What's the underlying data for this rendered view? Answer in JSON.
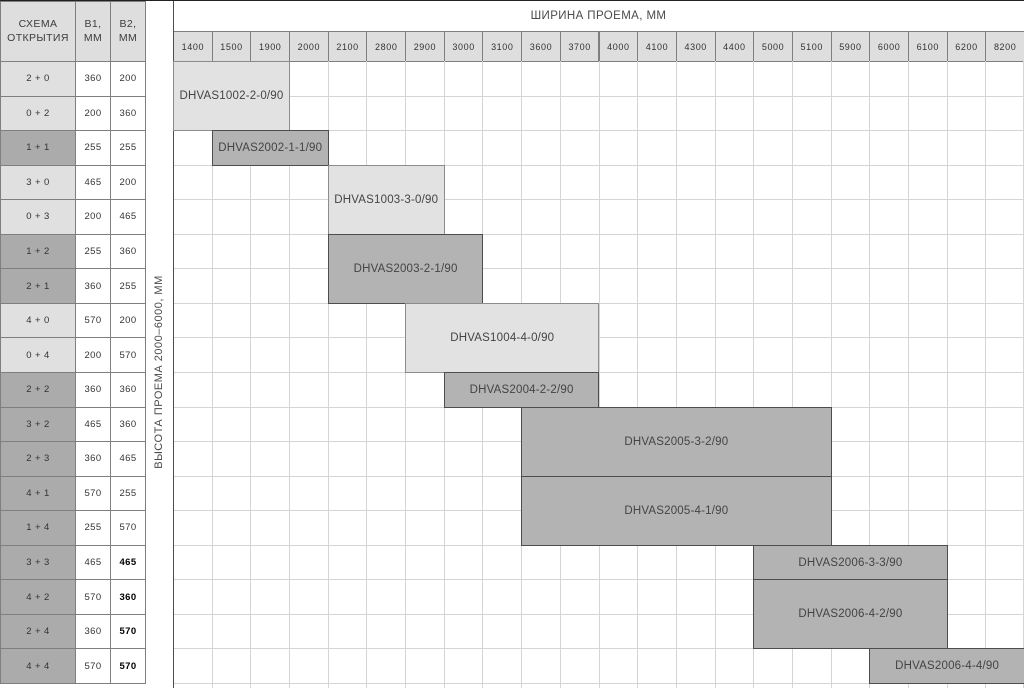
{
  "grid_title": "ШИРИНА ПРОЕМА, ММ",
  "vertical_axis_label": "ВЫСОТА ПРОЕМА 2000–6000, ММ",
  "left_table": {
    "headers": {
      "scheme": "СХЕМА\nОТКРЫТИЯ",
      "b1": "В1,\nММ",
      "b2": "В2,\nММ"
    },
    "rows": [
      {
        "scheme": "2 + 0",
        "b1": "360",
        "b2": "200",
        "shade": "light",
        "b2_bold": false
      },
      {
        "scheme": "0 + 2",
        "b1": "200",
        "b2": "360",
        "shade": "light",
        "b2_bold": false
      },
      {
        "scheme": "1 + 1",
        "b1": "255",
        "b2": "255",
        "shade": "dark",
        "b2_bold": false
      },
      {
        "scheme": "3 + 0",
        "b1": "465",
        "b2": "200",
        "shade": "light",
        "b2_bold": false
      },
      {
        "scheme": "0 + 3",
        "b1": "200",
        "b2": "465",
        "shade": "light",
        "b2_bold": false
      },
      {
        "scheme": "1 + 2",
        "b1": "255",
        "b2": "360",
        "shade": "dark",
        "b2_bold": false
      },
      {
        "scheme": "2 + 1",
        "b1": "360",
        "b2": "255",
        "shade": "dark",
        "b2_bold": false
      },
      {
        "scheme": "4 + 0",
        "b1": "570",
        "b2": "200",
        "shade": "light",
        "b2_bold": false
      },
      {
        "scheme": "0 + 4",
        "b1": "200",
        "b2": "570",
        "shade": "light",
        "b2_bold": false
      },
      {
        "scheme": "2 + 2",
        "b1": "360",
        "b2": "360",
        "shade": "dark",
        "b2_bold": false
      },
      {
        "scheme": "3 + 2",
        "b1": "465",
        "b2": "360",
        "shade": "dark",
        "b2_bold": false
      },
      {
        "scheme": "2 + 3",
        "b1": "360",
        "b2": "465",
        "shade": "dark",
        "b2_bold": false
      },
      {
        "scheme": "4 + 1",
        "b1": "570",
        "b2": "255",
        "shade": "dark",
        "b2_bold": false
      },
      {
        "scheme": "1 + 4",
        "b1": "255",
        "b2": "570",
        "shade": "dark",
        "b2_bold": false
      },
      {
        "scheme": "3 + 3",
        "b1": "465",
        "b2": "465",
        "shade": "dark",
        "b2_bold": true
      },
      {
        "scheme": "4 + 2",
        "b1": "570",
        "b2": "360",
        "shade": "dark",
        "b2_bold": true
      },
      {
        "scheme": "2 + 4",
        "b1": "360",
        "b2": "570",
        "shade": "dark",
        "b2_bold": true
      },
      {
        "scheme": "4 + 4",
        "b1": "570",
        "b2": "570",
        "shade": "dark",
        "b2_bold": true
      }
    ]
  },
  "grid": {
    "columns": [
      "1400",
      "1500",
      "1900",
      "2000",
      "2100",
      "2800",
      "2900",
      "3000",
      "3100",
      "3600",
      "3700",
      "4000",
      "4100",
      "4300",
      "4400",
      "5000",
      "5100",
      "5900",
      "6000",
      "6100",
      "6200",
      "8200"
    ],
    "bars": [
      {
        "label": "DHVAS1002-2-0/90",
        "col_start": 1,
        "col_end": 3,
        "row_start": 1,
        "row_end": 2,
        "variant": "light"
      },
      {
        "label": "DHVAS2002-1-1/90",
        "col_start": 2,
        "col_end": 4,
        "row_start": 3,
        "row_end": 3,
        "variant": "dark"
      },
      {
        "label": "DHVAS1003-3-0/90",
        "col_start": 5,
        "col_end": 7,
        "row_start": 4,
        "row_end": 5,
        "variant": "light"
      },
      {
        "label": "DHVAS2003-2-1/90",
        "col_start": 5,
        "col_end": 8,
        "row_start": 6,
        "row_end": 7,
        "variant": "dark"
      },
      {
        "label": "DHVAS1004-4-0/90",
        "col_start": 7,
        "col_end": 11,
        "row_start": 8,
        "row_end": 9,
        "variant": "light"
      },
      {
        "label": "DHVAS2004-2-2/90",
        "col_start": 8,
        "col_end": 11,
        "row_start": 10,
        "row_end": 10,
        "variant": "dark"
      },
      {
        "label": "DHVAS2005-3-2/90",
        "col_start": 10,
        "col_end": 17,
        "row_start": 11,
        "row_end": 12,
        "variant": "dark"
      },
      {
        "label": "DHVAS2005-4-1/90",
        "col_start": 10,
        "col_end": 17,
        "row_start": 13,
        "row_end": 14,
        "variant": "dark"
      },
      {
        "label": "DHVAS2006-3-3/90",
        "col_start": 16,
        "col_end": 20,
        "row_start": 15,
        "row_end": 15,
        "variant": "dark"
      },
      {
        "label": "DHVAS2006-4-2/90",
        "col_start": 16,
        "col_end": 20,
        "row_start": 16,
        "row_end": 17,
        "variant": "dark"
      },
      {
        "label": "DHVAS2006-4-4/90",
        "col_start": 19,
        "col_end": 22,
        "row_start": 18,
        "row_end": 18,
        "variant": "dark"
      }
    ]
  },
  "colors": {
    "bar_light": "#e2e2e2",
    "bar_dark": "#b3b3b3",
    "bar_border_light": "#8c8c8c",
    "bar_border_dark": "#4d4d4d",
    "row_light": "#e0e0e0",
    "row_dark": "#ababab",
    "header_bg": "#dedede",
    "cell_white": "#ffffff",
    "grid_line": "#d4d4d4",
    "table_border": "#7f7f7f",
    "axis_line": "#4d4d4d"
  },
  "chart_data": {
    "type": "table",
    "title": "ШИРИНА ПРОЕМА, ММ",
    "row_axis_label": "ВЫСОТА ПРОЕМА 2000–6000, ММ",
    "width_ticks_mm": [
      1400,
      1500,
      1900,
      2000,
      2100,
      2800,
      2900,
      3000,
      3100,
      3600,
      3700,
      4000,
      4100,
      4300,
      4400,
      5000,
      5100,
      5900,
      6000,
      6100,
      6200,
      8200
    ],
    "schemes": [
      {
        "scheme": "2 + 0",
        "b1_mm": 360,
        "b2_mm": 200
      },
      {
        "scheme": "0 + 2",
        "b1_mm": 200,
        "b2_mm": 360
      },
      {
        "scheme": "1 + 1",
        "b1_mm": 255,
        "b2_mm": 255
      },
      {
        "scheme": "3 + 0",
        "b1_mm": 465,
        "b2_mm": 200
      },
      {
        "scheme": "0 + 3",
        "b1_mm": 200,
        "b2_mm": 465
      },
      {
        "scheme": "1 + 2",
        "b1_mm": 255,
        "b2_mm": 360
      },
      {
        "scheme": "2 + 1",
        "b1_mm": 360,
        "b2_mm": 255
      },
      {
        "scheme": "4 + 0",
        "b1_mm": 570,
        "b2_mm": 200
      },
      {
        "scheme": "0 + 4",
        "b1_mm": 200,
        "b2_mm": 570
      },
      {
        "scheme": "2 + 2",
        "b1_mm": 360,
        "b2_mm": 360
      },
      {
        "scheme": "3 + 2",
        "b1_mm": 465,
        "b2_mm": 360
      },
      {
        "scheme": "2 + 3",
        "b1_mm": 360,
        "b2_mm": 465
      },
      {
        "scheme": "4 + 1",
        "b1_mm": 570,
        "b2_mm": 255
      },
      {
        "scheme": "1 + 4",
        "b1_mm": 255,
        "b2_mm": 570
      },
      {
        "scheme": "3 + 3",
        "b1_mm": 465,
        "b2_mm": 465
      },
      {
        "scheme": "4 + 2",
        "b1_mm": 570,
        "b2_mm": 360
      },
      {
        "scheme": "2 + 4",
        "b1_mm": 360,
        "b2_mm": 570
      },
      {
        "scheme": "4 + 4",
        "b1_mm": 570,
        "b2_mm": 570
      }
    ],
    "products": [
      {
        "name": "DHVAS1002-2-0/90",
        "schemes": [
          "2 + 0",
          "0 + 2"
        ],
        "width_from_mm": 1400,
        "width_to_mm": 1900,
        "shade": "light"
      },
      {
        "name": "DHVAS2002-1-1/90",
        "schemes": [
          "1 + 1"
        ],
        "width_from_mm": 1500,
        "width_to_mm": 2000,
        "shade": "dark"
      },
      {
        "name": "DHVAS1003-3-0/90",
        "schemes": [
          "3 + 0",
          "0 + 3"
        ],
        "width_from_mm": 2100,
        "width_to_mm": 2900,
        "shade": "light"
      },
      {
        "name": "DHVAS2003-2-1/90",
        "schemes": [
          "1 + 2",
          "2 + 1"
        ],
        "width_from_mm": 2100,
        "width_to_mm": 3000,
        "shade": "dark"
      },
      {
        "name": "DHVAS1004-4-0/90",
        "schemes": [
          "4 + 0",
          "0 + 4"
        ],
        "width_from_mm": 2900,
        "width_to_mm": 3700,
        "shade": "light"
      },
      {
        "name": "DHVAS2004-2-2/90",
        "schemes": [
          "2 + 2"
        ],
        "width_from_mm": 3000,
        "width_to_mm": 3700,
        "shade": "dark"
      },
      {
        "name": "DHVAS2005-3-2/90",
        "schemes": [
          "3 + 2",
          "2 + 3"
        ],
        "width_from_mm": 3600,
        "width_to_mm": 5100,
        "shade": "dark"
      },
      {
        "name": "DHVAS2005-4-1/90",
        "schemes": [
          "4 + 1",
          "1 + 4"
        ],
        "width_from_mm": 3600,
        "width_to_mm": 5100,
        "shade": "dark"
      },
      {
        "name": "DHVAS2006-3-3/90",
        "schemes": [
          "3 + 3"
        ],
        "width_from_mm": 5000,
        "width_to_mm": 6100,
        "shade": "dark"
      },
      {
        "name": "DHVAS2006-4-2/90",
        "schemes": [
          "4 + 2",
          "2 + 4"
        ],
        "width_from_mm": 5000,
        "width_to_mm": 6100,
        "shade": "dark"
      },
      {
        "name": "DHVAS2006-4-4/90",
        "schemes": [
          "4 + 4"
        ],
        "width_from_mm": 6000,
        "width_to_mm": 8200,
        "shade": "dark"
      }
    ]
  }
}
